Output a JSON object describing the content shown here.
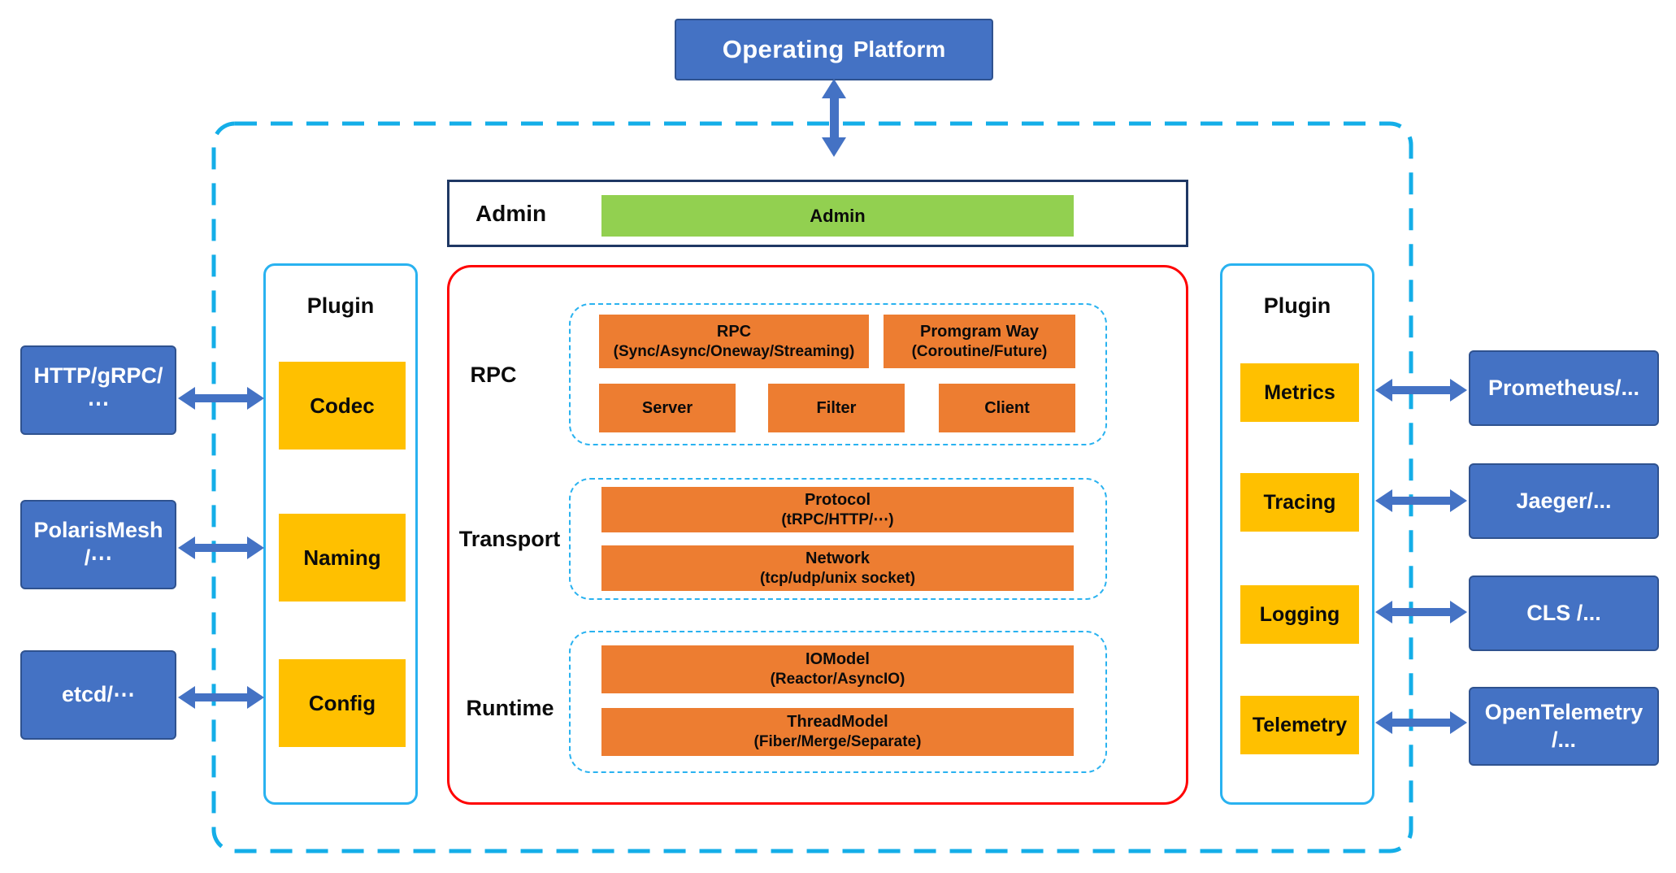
{
  "colors": {
    "blue": "#4472C4",
    "blue-border": "#2F528F",
    "cyan": "#14AEE8",
    "cyan-light": "#29B2F0",
    "red": "#FF0000",
    "orange": "#ED7D31",
    "yellow": "#FFC000",
    "green": "#92D050",
    "navy": "#1F3864",
    "arrow": "#4472C4"
  },
  "operating_platform": {
    "word1": "Operating",
    "word2": "Platform"
  },
  "admin": {
    "label": "Admin",
    "bar_label": "Admin"
  },
  "plugin_left": {
    "title": "Plugin",
    "items": [
      {
        "label": "Codec"
      },
      {
        "label": "Naming"
      },
      {
        "label": "Config"
      }
    ]
  },
  "plugin_right": {
    "title": "Plugin",
    "items": [
      {
        "label": "Metrics"
      },
      {
        "label": "Tracing"
      },
      {
        "label": "Logging"
      },
      {
        "label": "Telemetry"
      }
    ]
  },
  "external_left": [
    {
      "line1": "HTTP/gRPC/",
      "line2": "⋯"
    },
    {
      "line1": "PolarisMesh",
      "line2": "/⋯"
    },
    {
      "line1": "etcd/⋯"
    }
  ],
  "external_right": [
    {
      "line1": "Prometheus/..."
    },
    {
      "line1": "Jaeger/..."
    },
    {
      "line1": "CLS /..."
    },
    {
      "line1": "OpenTelemetry",
      "line2": "/..."
    }
  ],
  "core": {
    "rpc": {
      "label": "RPC",
      "box_rpc": {
        "line1": "RPC",
        "line2": "(Sync/Async/Oneway/Streaming)"
      },
      "box_program_way": {
        "line1": "Promgram Way",
        "line2": "(Coroutine/Future)"
      },
      "box_server": "Server",
      "box_filter": "Filter",
      "box_client": "Client"
    },
    "transport": {
      "label": "Transport",
      "box_protocol": {
        "line1": "Protocol",
        "line2": "(tRPC/HTTP/⋯)"
      },
      "box_network": {
        "line1": "Network",
        "line2": "(tcp/udp/unix socket)"
      }
    },
    "runtime": {
      "label": "Runtime",
      "box_iomodel": {
        "line1": "IOModel",
        "line2": "(Reactor/AsyncIO)"
      },
      "box_threadmodel": {
        "line1": "ThreadModel",
        "line2": "(Fiber/Merge/Separate)"
      }
    }
  }
}
